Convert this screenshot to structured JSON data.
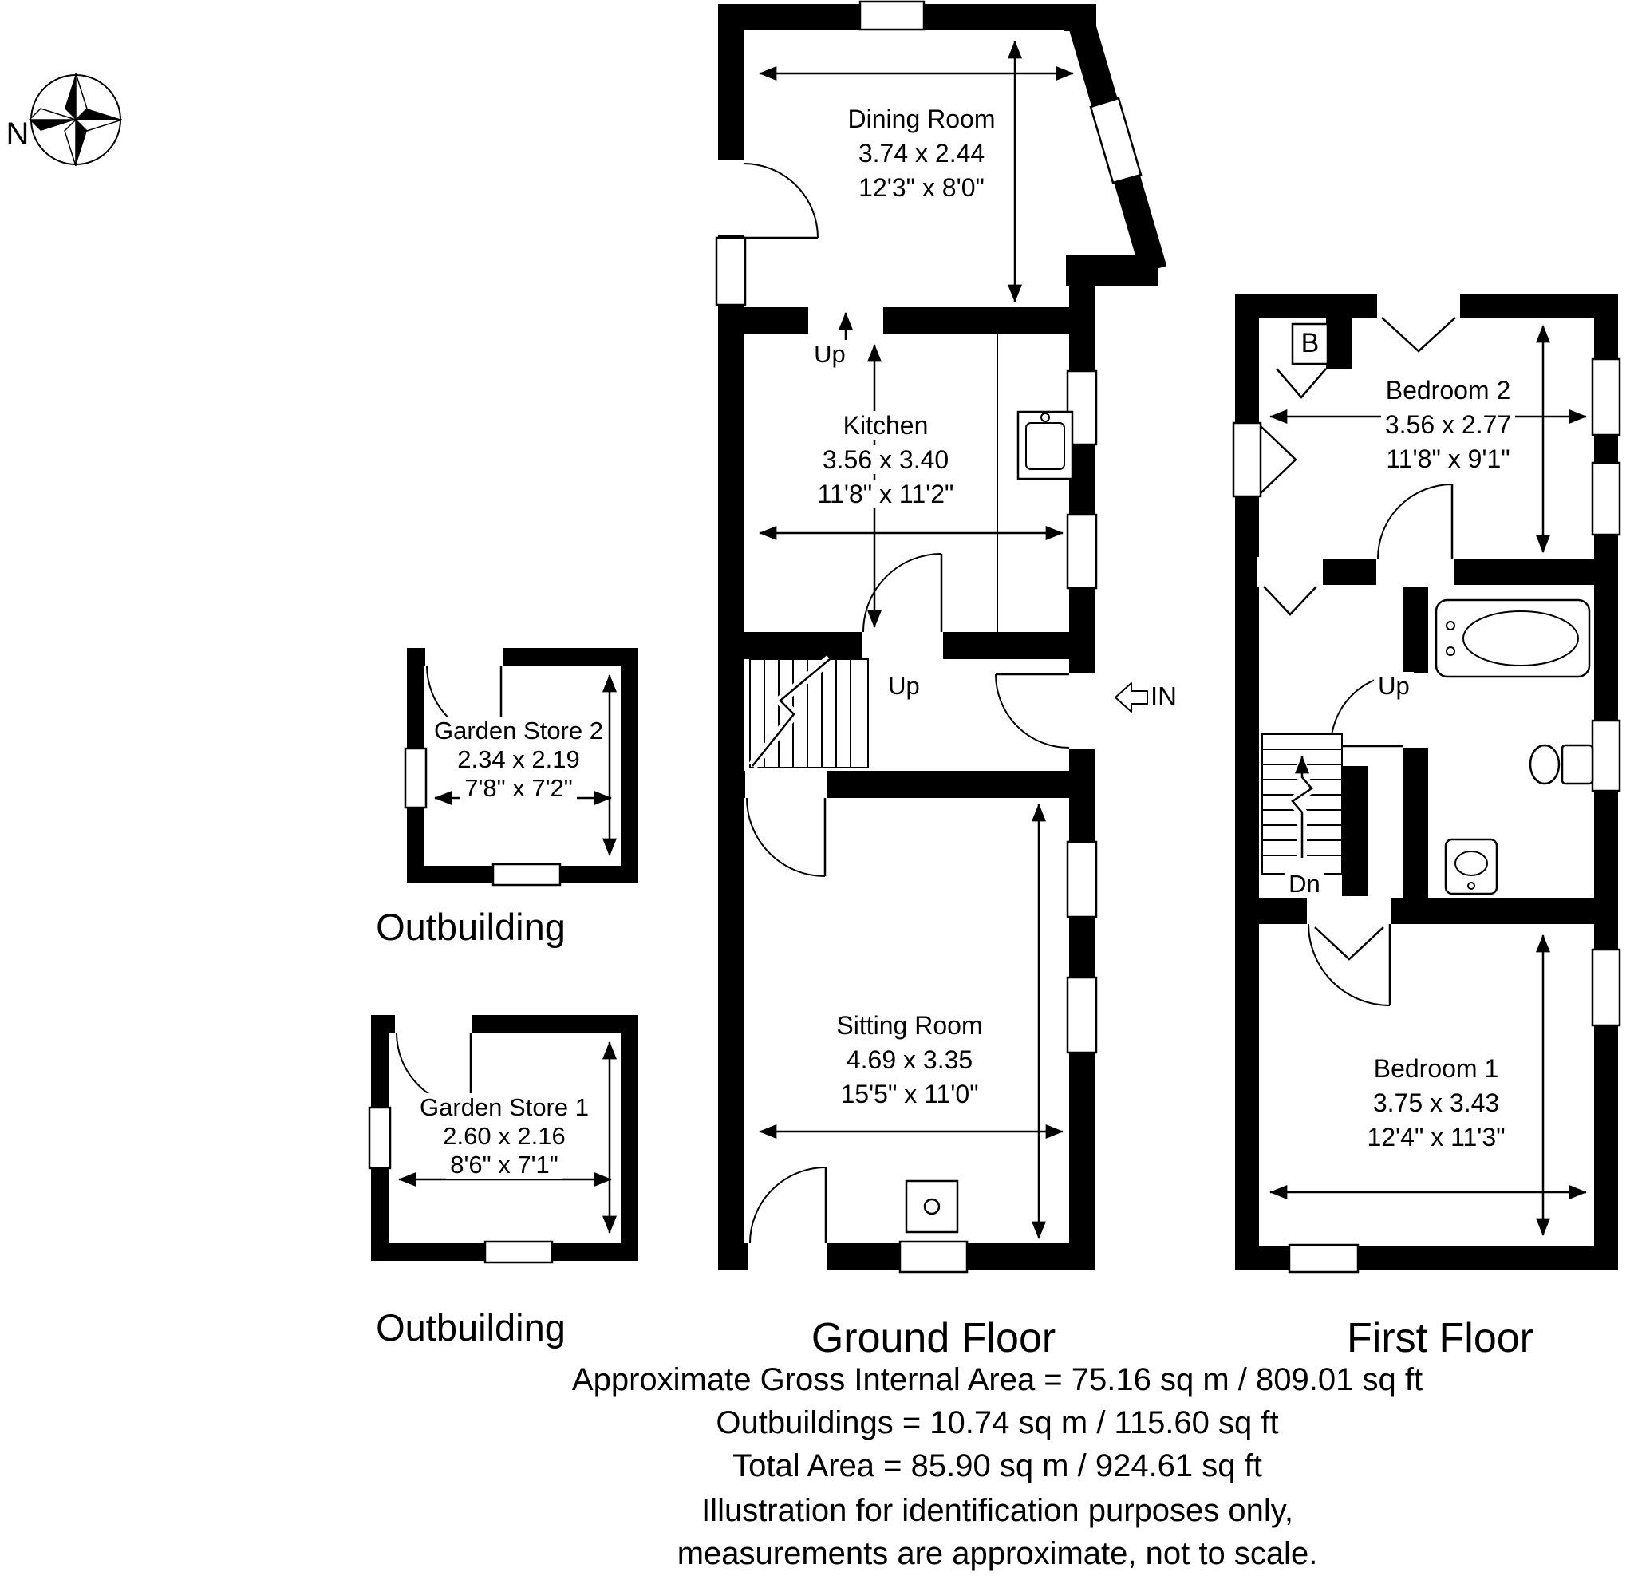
{
  "compass": {
    "north": "N"
  },
  "ground_floor": {
    "title": "Ground Floor",
    "rooms": {
      "dining": {
        "name": "Dining Room",
        "metric": "3.74 x 2.44",
        "imperial": "12'3\" x 8'0\""
      },
      "kitchen": {
        "name": "Kitchen",
        "metric": "3.56 x 3.40",
        "imperial": "11'8\" x 11'2\""
      },
      "sitting": {
        "name": "Sitting Room",
        "metric": "4.69 x 3.35",
        "imperial": "15'5\" x 11'0\""
      }
    },
    "labels": {
      "step_up": "Up",
      "stairs_up": "Up",
      "entrance": "IN"
    }
  },
  "first_floor": {
    "title": "First Floor",
    "rooms": {
      "bedroom2": {
        "name": "Bedroom 2",
        "metric": "3.56 x 2.77",
        "imperial": "11'8\" x 9'1\""
      },
      "bedroom1": {
        "name": "Bedroom 1",
        "metric": "3.75 x 3.43",
        "imperial": "12'4\" x 11'3\""
      }
    },
    "labels": {
      "up": "Up",
      "down": "Dn",
      "boiler": "B"
    }
  },
  "outbuildings": {
    "store2": {
      "name": "Garden Store 2",
      "metric": "2.34 x 2.19",
      "imperial": "7'8\" x 7'2\"",
      "caption": "Outbuilding"
    },
    "store1": {
      "name": "Garden Store 1",
      "metric": "2.60 x 2.16",
      "imperial": "8'6\" x 7'1\"",
      "caption": "Outbuilding"
    }
  },
  "footer": {
    "gross_internal": "Approximate Gross Internal Area = 75.16 sq m / 809.01 sq ft",
    "outbuildings_area": "Outbuildings = 10.74 sq m / 115.60 sq ft",
    "total_area": "Total Area = 85.90 sq m / 924.61 sq ft",
    "disclaimer1": "Illustration for identification purposes only,",
    "disclaimer2": "measurements are approximate, not to scale."
  },
  "colors": {
    "wall": "#000000",
    "background": "#ffffff"
  }
}
